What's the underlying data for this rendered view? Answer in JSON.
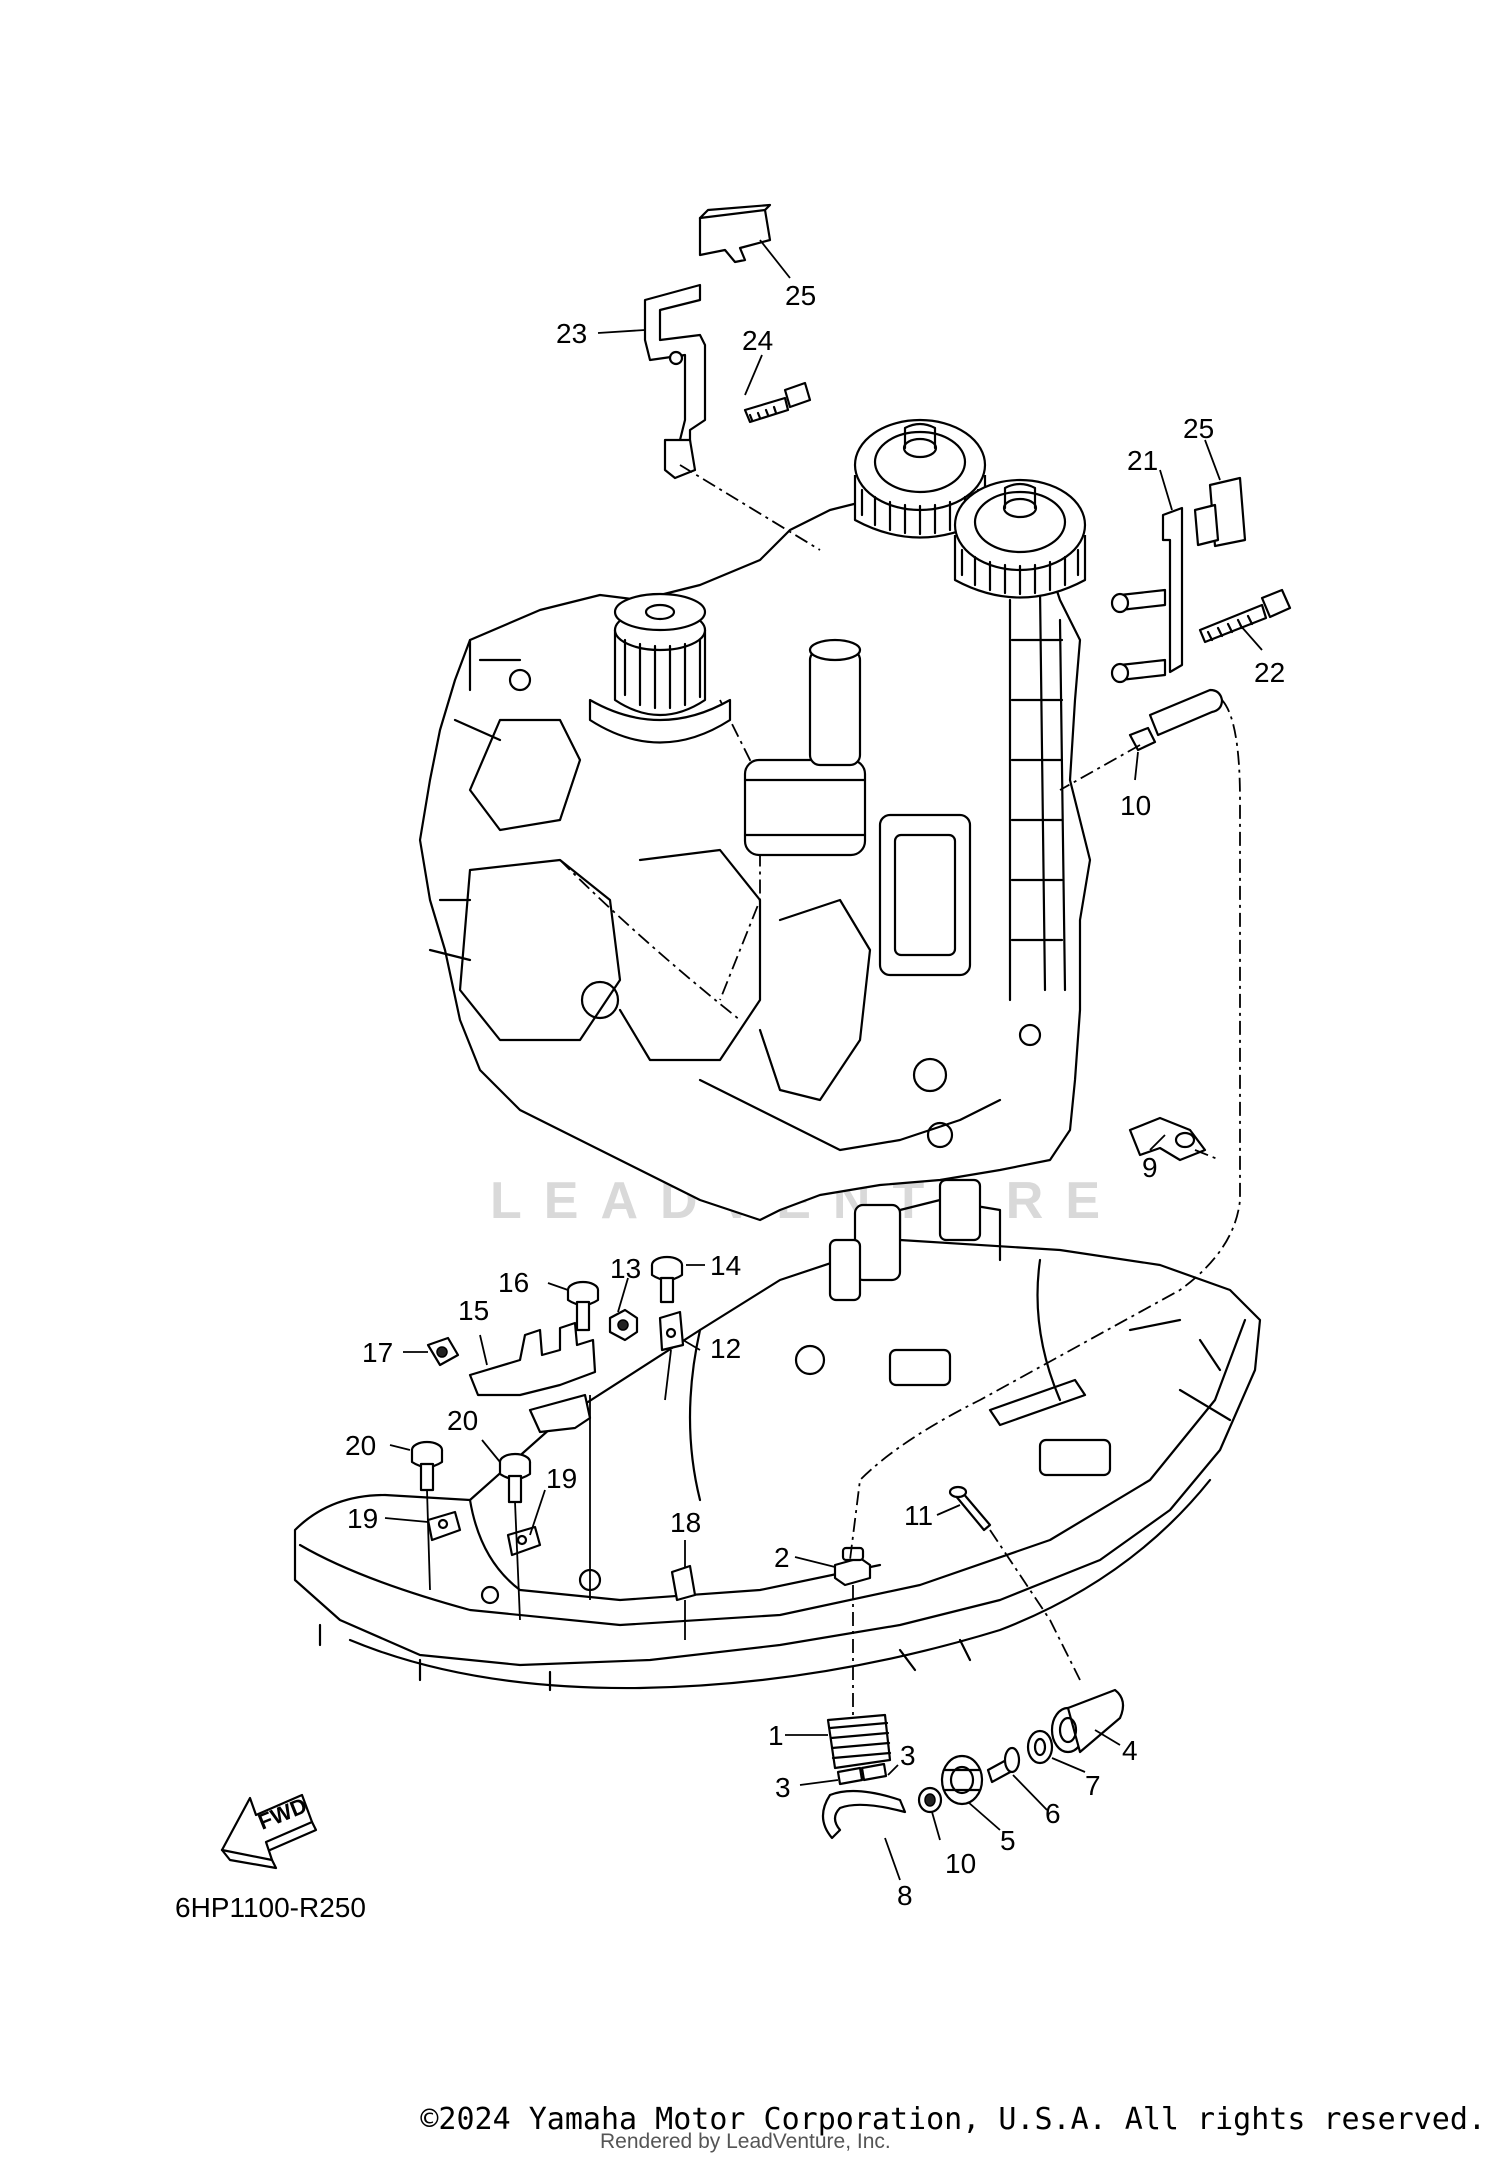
{
  "diagram": {
    "code": "6HP1100-R250",
    "fwd_label": "FWD",
    "watermark": "LEADVENTURE"
  },
  "callouts": [
    "1",
    "2",
    "3",
    "4",
    "5",
    "6",
    "7",
    "8",
    "9",
    "10",
    "11",
    "12",
    "13",
    "14",
    "15",
    "16",
    "17",
    "18",
    "19",
    "20",
    "21",
    "22",
    "23",
    "24",
    "25"
  ],
  "footer": {
    "copyright": "©2024 Yamaha Motor Corporation, U.S.A. All rights reserved.",
    "rendered_by": "Rendered by LeadVenture, Inc."
  }
}
